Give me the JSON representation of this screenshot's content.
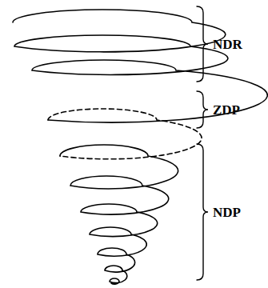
{
  "diagram": {
    "labels": [
      "NDR",
      "ZDP",
      "NDP"
    ]
  }
}
